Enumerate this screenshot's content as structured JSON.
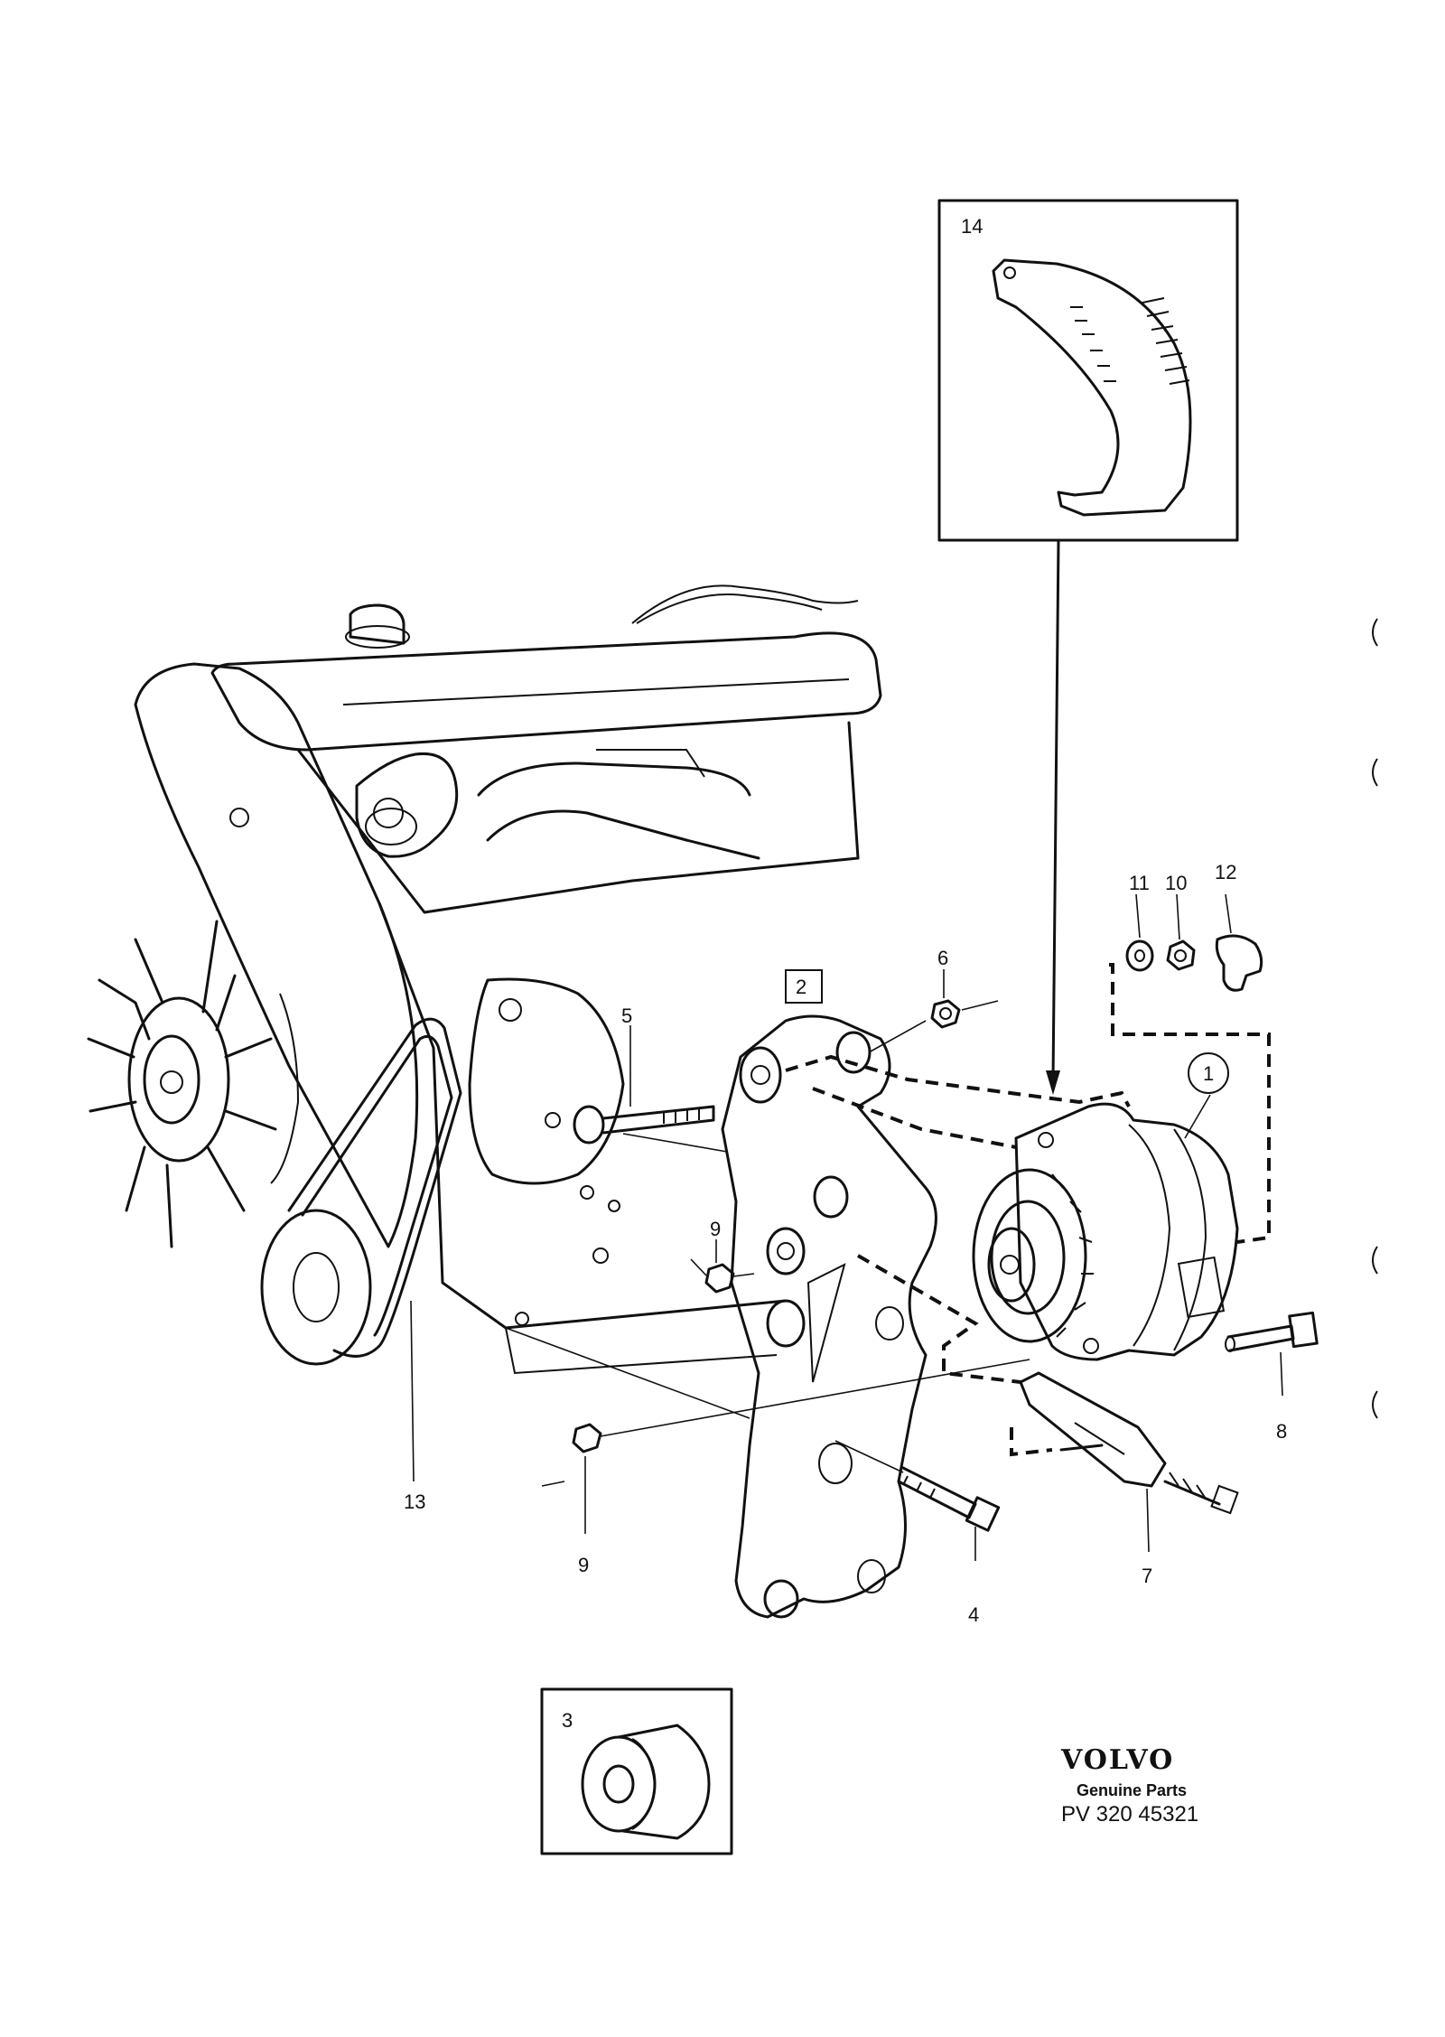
{
  "diagram": {
    "callouts": {
      "n1": "1",
      "n2": "2",
      "n3": "3",
      "n4": "4",
      "n5": "5",
      "n6": "6",
      "n7": "7",
      "n8": "8",
      "n9a": "9",
      "n9b": "9",
      "n10": "10",
      "n11": "11",
      "n12": "12",
      "n13": "13",
      "n14": "14"
    }
  },
  "brand": {
    "logo": "VOLVO",
    "tagline": "Genuine Parts",
    "ref": "PV 320 45321"
  }
}
